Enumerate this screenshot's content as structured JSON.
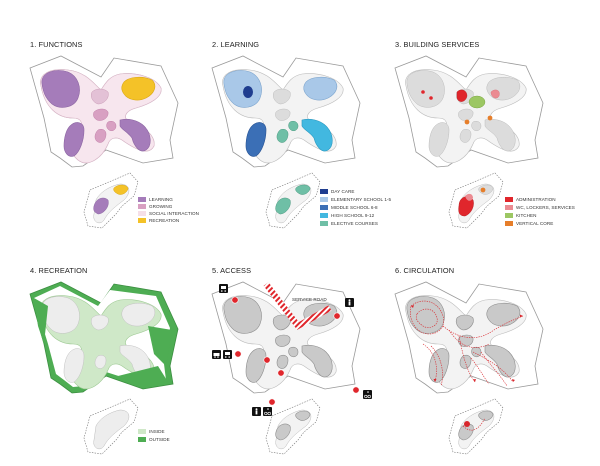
{
  "panels": [
    {
      "title": "1. FUNCTIONS",
      "legend": [
        {
          "label": "LEARNING",
          "color": "#a57cba"
        },
        {
          "label": "GROWING",
          "color": "#d8a0c2"
        },
        {
          "label": "SOCIAL INTERACTION",
          "color": "#f5dfe8"
        },
        {
          "label": "RECREATION",
          "color": "#f4c228"
        }
      ]
    },
    {
      "title": "2. LEARNING",
      "legend": [
        {
          "label": "DAY CARE",
          "color": "#1f3d8f"
        },
        {
          "label": "ELEMENTARY SCHOOL 1-5",
          "color": "#a9c8e8"
        },
        {
          "label": "MIDDLE SCHOOL 6-8",
          "color": "#3b6fb6"
        },
        {
          "label": "HIGH SCHOOL 9-12",
          "color": "#42b8e0"
        },
        {
          "label": "ELECTIVE COURSES",
          "color": "#6fbfa6"
        }
      ]
    },
    {
      "title": "3. BUILDING SERVICES",
      "legend": [
        {
          "label": "ADMINISTRATION",
          "color": "#e0262c"
        },
        {
          "label": "WC, LOCKERS, SERVICES",
          "color": "#eb8b92"
        },
        {
          "label": "KITCHEN",
          "color": "#9cc763"
        },
        {
          "label": "VERTICAL CORE",
          "color": "#e67e2a"
        }
      ]
    },
    {
      "title": "4. RECREATION",
      "legend": [
        {
          "label": "INSIDE",
          "color": "#cfe8c8"
        },
        {
          "label": "OUTSIDE",
          "color": "#4ead53"
        }
      ]
    },
    {
      "title": "5. ACCESS",
      "road_label": "SERVICE ROAD"
    },
    {
      "title": "6. CIRCULATION"
    }
  ],
  "colors": {
    "site_outline": "#9a9a9a",
    "building_fill": "#f3f3f3",
    "room_gray": "#c9c9c9",
    "room_dark": "#b2b2b2",
    "access_red": "#e0262c",
    "circulation_red": "#d9262c"
  },
  "icons": [
    "bus-icon",
    "car-icon",
    "pedestrian-icon",
    "cyclist-icon"
  ]
}
